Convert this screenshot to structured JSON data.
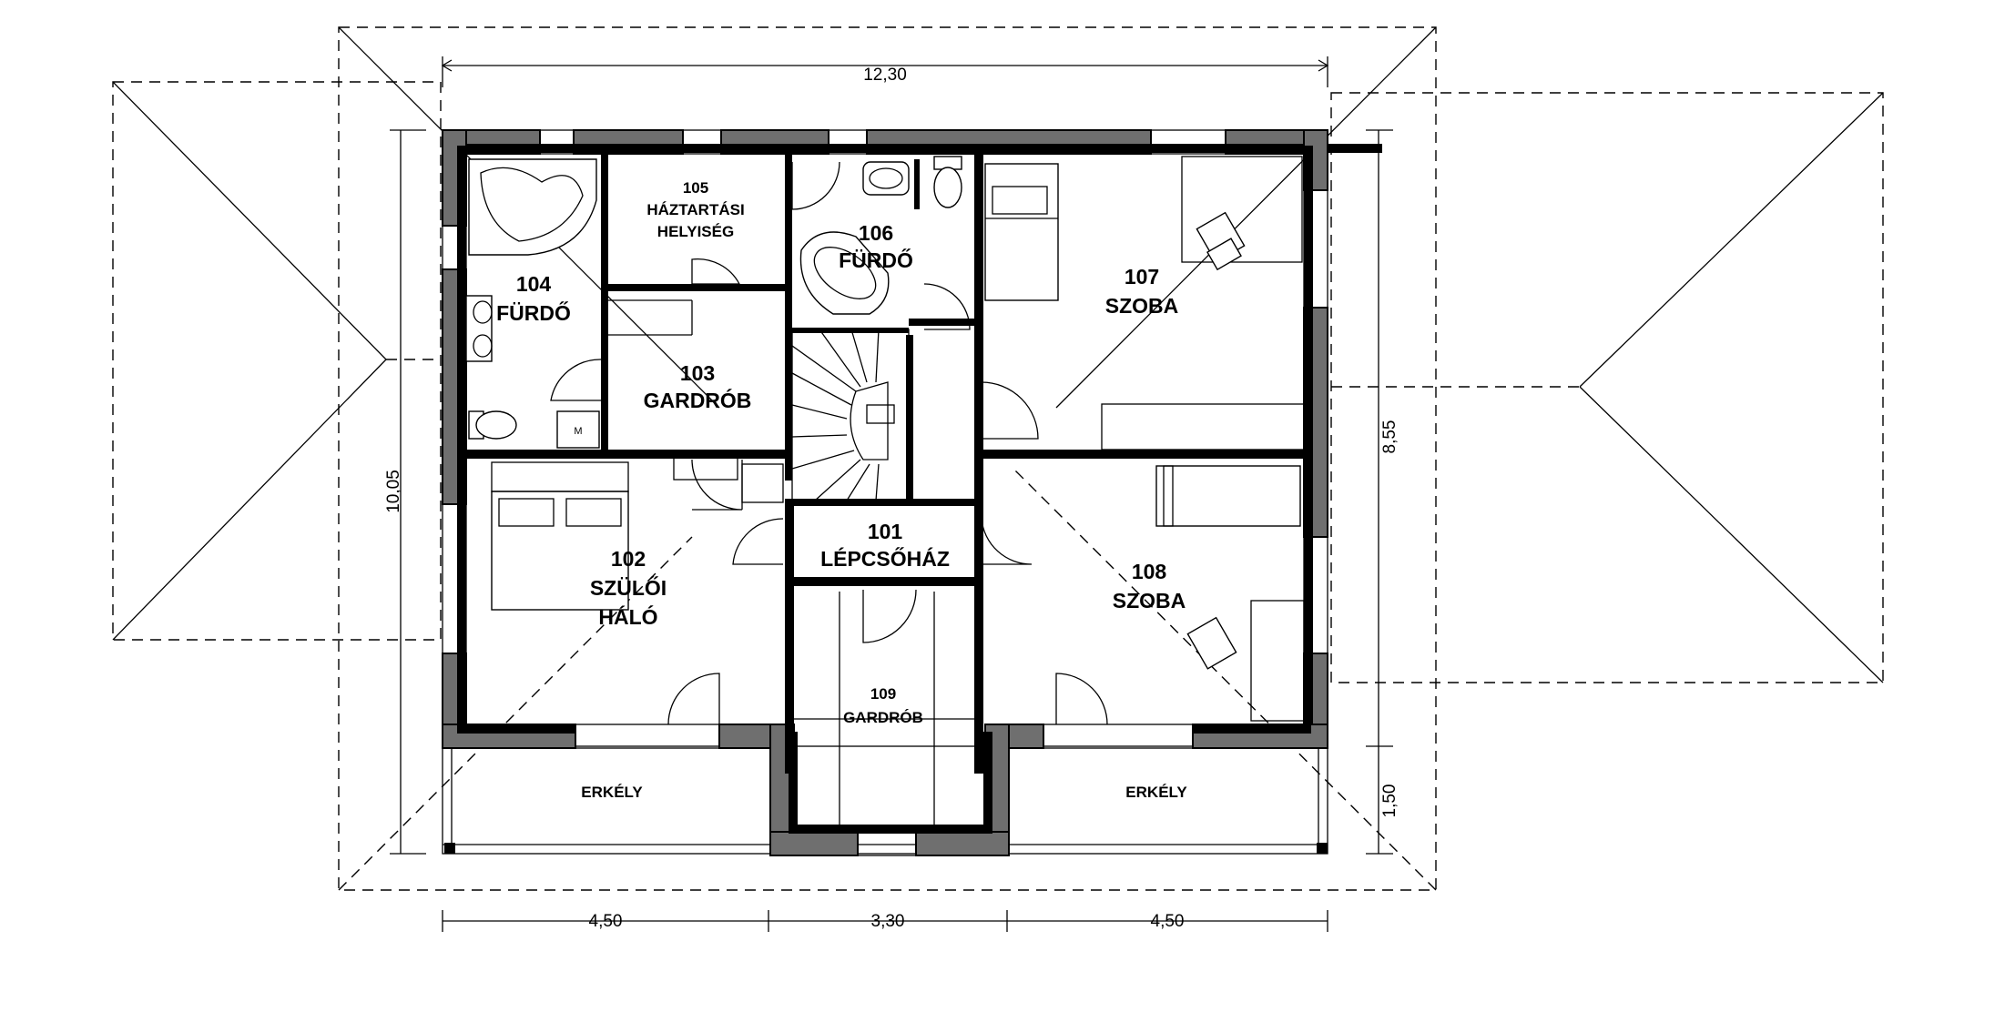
{
  "rooms": [
    {
      "id": "r101",
      "number": "101",
      "name": "LÉPCSŐHÁZ"
    },
    {
      "id": "r102",
      "number": "102",
      "name_line1": "SZÜLŐI",
      "name_line2": "HÁLÓ"
    },
    {
      "id": "r103",
      "number": "103",
      "name": "GARDRÓB"
    },
    {
      "id": "r104",
      "number": "104",
      "name": "FÜRDŐ"
    },
    {
      "id": "r105",
      "number": "105",
      "name_line1": "HÁZTARTÁSI",
      "name_line2": "HELYISÉG"
    },
    {
      "id": "r106",
      "number": "106",
      "name": "FÜRDŐ"
    },
    {
      "id": "r107",
      "number": "107",
      "name": "SZOBA"
    },
    {
      "id": "r108",
      "number": "108",
      "name": "SZOBA"
    },
    {
      "id": "r109",
      "number": "109",
      "name": "GARDRÓB"
    }
  ],
  "balconies": [
    "ERKÉLY",
    "ERKÉLY"
  ],
  "dimensions": {
    "top_total": "12,30",
    "left_total": "10,05",
    "right_main": "8,55",
    "right_balcony": "1,50",
    "bottom": [
      "4,50",
      "3,30",
      "4,50"
    ]
  },
  "fixture_labels": {
    "cabinet_mark": "M"
  }
}
